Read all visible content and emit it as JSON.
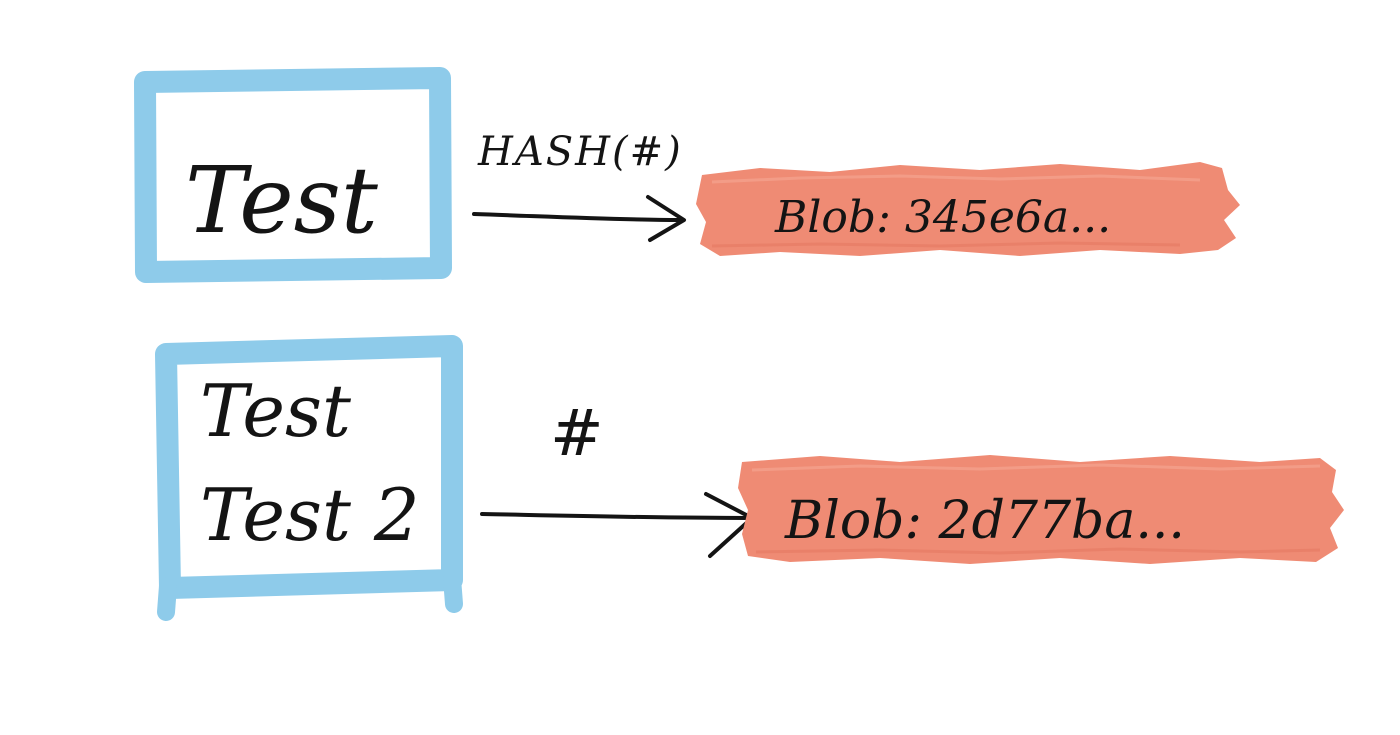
{
  "colors": {
    "box_border": "#8ecbea",
    "blob_fill": "#ef8b74",
    "ink": "#141414",
    "background": "#ffffff"
  },
  "diagram": {
    "row1": {
      "box": {
        "text": "Test"
      },
      "hash_label": "HASH(#)",
      "blob": {
        "text": "Blob: 345e6a..."
      }
    },
    "row2": {
      "box": {
        "line1": "Test",
        "line2": "Test 2"
      },
      "hash_label": "#",
      "blob": {
        "text": "Blob: 2d77ba..."
      }
    }
  }
}
